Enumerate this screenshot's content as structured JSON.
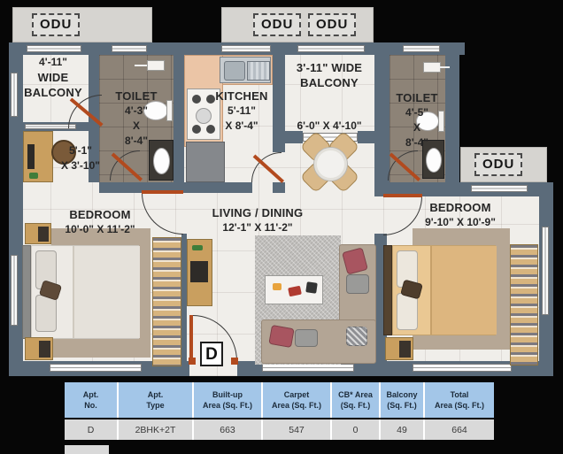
{
  "plan": {
    "odu_labels": [
      "ODU",
      "ODU",
      "ODU",
      "ODU"
    ],
    "balcony_left": {
      "line1": "4'-11\"",
      "line2": "WIDE",
      "line3": "BALCONY"
    },
    "toilet_left": {
      "name": "TOILET",
      "d1": "4'-3\"",
      "d2": "X",
      "d3": "8'-4\""
    },
    "kitchen": {
      "name": "KITCHEN",
      "d1": "5'-11\"",
      "d2": "X 8'-4\""
    },
    "balcony_mid": {
      "line1": "3'-11\" WIDE",
      "line2": "BALCONY"
    },
    "dining": {
      "dim": "6'-0\" X 4'-10\""
    },
    "toilet_right": {
      "name": "TOILET",
      "d1": "4'-5\"",
      "d2": "X",
      "d3": "8'-4\""
    },
    "study_nook": {
      "d1": "5'-1\"",
      "d2": "X 3'-10\""
    },
    "bedroom_left": {
      "name": "BEDROOM",
      "dim": "10'-0\" X 11'-2\""
    },
    "living": {
      "name": "LIVING / DINING",
      "dim": "12'-1\" X 11'-2\""
    },
    "bedroom_right": {
      "name": "BEDROOM",
      "dim": "9'-10\" X 10'-9\""
    },
    "entry": {
      "label": "D"
    }
  },
  "table": {
    "headers": [
      {
        "l1": "Apt.",
        "l2": "No."
      },
      {
        "l1": "Apt.",
        "l2": "Type"
      },
      {
        "l1": "Built-up",
        "l2": "Area (Sq. Ft.)"
      },
      {
        "l1": "Carpet",
        "l2": "Area (Sq. Ft.)"
      },
      {
        "l1": "CB* Area",
        "l2": "(Sq. Ft.)"
      },
      {
        "l1": "Balcony",
        "l2": "(Sq. Ft.)"
      },
      {
        "l1": "Total",
        "l2": "Area (Sq. Ft.)"
      }
    ],
    "row": [
      "D",
      "2BHK+2T",
      "663",
      "547",
      "0",
      "49",
      "664"
    ]
  },
  "colors": {
    "wall": "#5b6b7a",
    "floor": "#f0eeea",
    "toilet_floor": "#8d8377",
    "kitchen_counter": "#ebc5a6",
    "odu_slab": "#d6d4d0",
    "door_orange": "#b24a1e",
    "table_header_bg": "#a3c6e8",
    "table_row_bg": "#d9d9d9"
  }
}
